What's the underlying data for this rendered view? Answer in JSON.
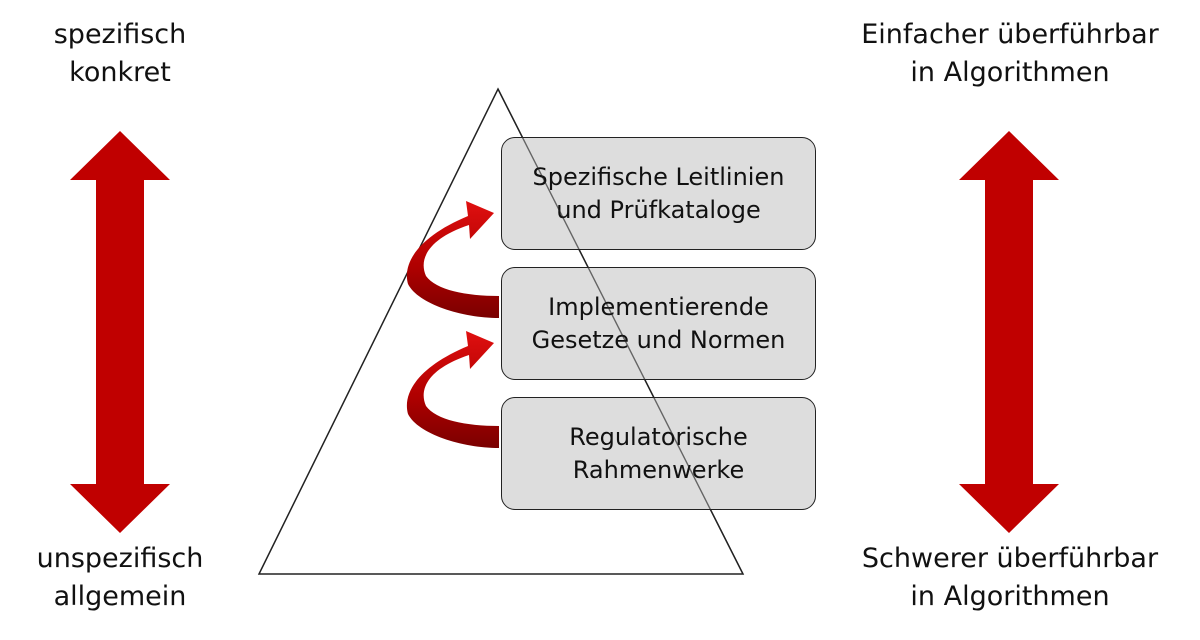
{
  "left_axis": {
    "top_line1": "spezifisch",
    "top_line2": "konkret",
    "bottom_line1": "unspezifisch",
    "bottom_line2": "allgemein"
  },
  "right_axis": {
    "top_line1": "Einfacher überführbar",
    "top_line2": "in Algorithmen",
    "bottom_line1": "Schwerer überführbar",
    "bottom_line2": "in Algorithmen"
  },
  "levels": [
    {
      "line1": "Spezifische Leitlinien",
      "line2": "und Prüfkataloge"
    },
    {
      "line1": "Implementierende",
      "line2": "Gesetze und Normen"
    },
    {
      "line1": "Regulatorische",
      "line2": "Rahmenwerke"
    }
  ],
  "colors": {
    "arrow_red": "#c00000",
    "arrow_dark": "#8b0000",
    "box_fill": "#d6d6d6",
    "outline": "#222222"
  }
}
